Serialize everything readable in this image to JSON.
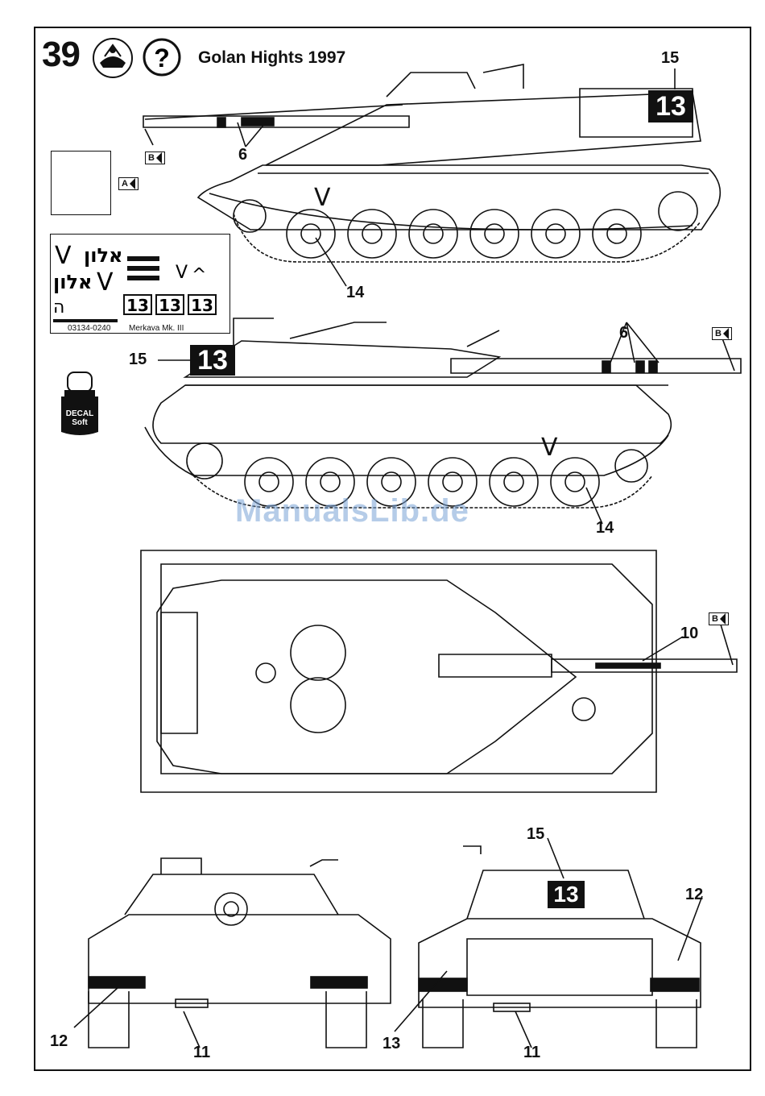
{
  "step": {
    "number": "39",
    "title": "Golan Hights 1997"
  },
  "refs": {
    "a": "A",
    "b": "B"
  },
  "decal_sheet": {
    "code": "03134-0240",
    "name": "Merkava Mk. III",
    "hebrew_1": "אלון",
    "hebrew_2": "אלון",
    "turret_num": "13",
    "letter_v": "V"
  },
  "decal_bottle": {
    "line1": "DECAL",
    "line2": "Soft"
  },
  "callouts": {
    "c15_side": "15",
    "c6_side": "6",
    "c14_side": "14",
    "c15_side2": "15",
    "c6_side2": "6",
    "c14_side2": "14",
    "c10_top": "10",
    "c15_rear": "15",
    "c12_front": "12",
    "c11_front": "11",
    "c12_rear": "12",
    "c13_rear": "13",
    "c11_rear": "11"
  },
  "turret_number": "13",
  "watermark": "ManualsLib.de",
  "icons": [
    "unit-emblem-icon",
    "question-mark-icon",
    "decal-bottle-icon"
  ]
}
